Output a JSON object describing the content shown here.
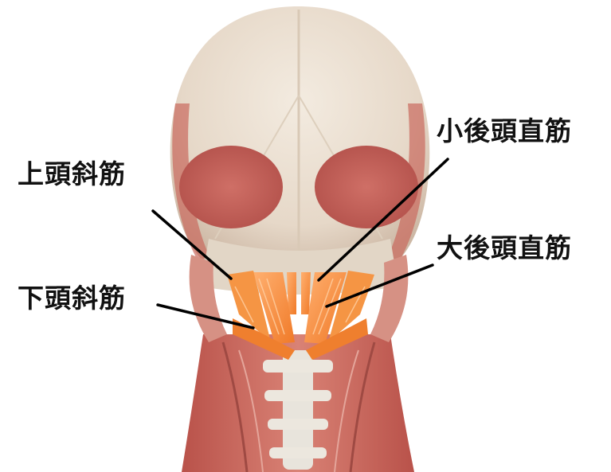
{
  "labels": {
    "superior_oblique": "上頭斜筋",
    "rectus_minor": "小後頭直筋",
    "rectus_major": "大後頭直筋",
    "inferior_oblique": "下頭斜筋"
  },
  "colors": {
    "skull": "#e9ddd0",
    "muscle": "#c9675a",
    "highlight_muscle": "#f08a3a",
    "leader_line": "#000000"
  }
}
